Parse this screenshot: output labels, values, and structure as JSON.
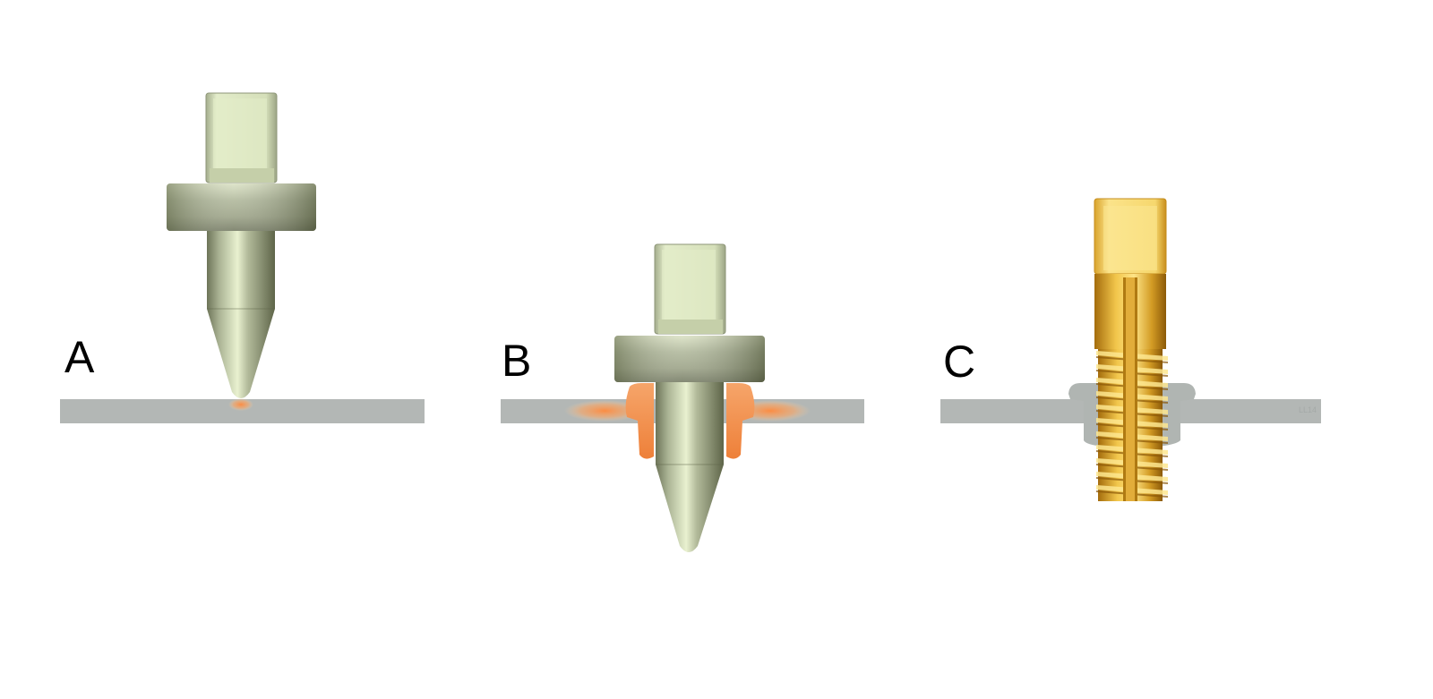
{
  "panels": [
    {
      "label": "A",
      "state": "tool touching sheet surface, heating at tip"
    },
    {
      "label": "B",
      "state": "tool penetrating sheet, heated material forming bushing"
    },
    {
      "label": "C",
      "state": "threaded bushing formed around screw"
    }
  ],
  "watermark": "LL14",
  "colors": {
    "background": "#ffffff",
    "sheet": "#b3b7b5",
    "tool_light": "#e3ecc8",
    "tool_mid": "#a9b291",
    "tool_dark": "#6d7458",
    "heat": "#f59545",
    "brass_light": "#fbe27a",
    "brass_dark": "#b77e13"
  }
}
